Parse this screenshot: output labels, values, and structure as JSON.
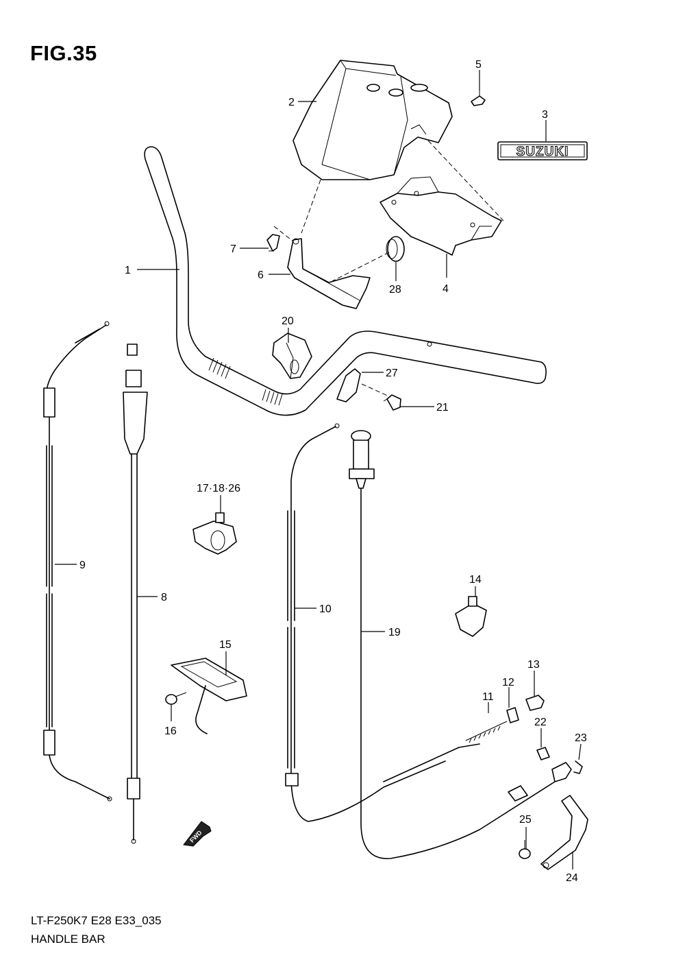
{
  "figure": {
    "title": "FIG.35",
    "model_code": "LT-F250K7 E28 E33_035",
    "section_name": "HANDLE BAR"
  },
  "emblem_text": "SUZUKI",
  "direction_arrow_text": "FWD",
  "callouts": [
    {
      "id": "1",
      "label": "1"
    },
    {
      "id": "2",
      "label": "2"
    },
    {
      "id": "3",
      "label": "3"
    },
    {
      "id": "4",
      "label": "4"
    },
    {
      "id": "5",
      "label": "5"
    },
    {
      "id": "6",
      "label": "6"
    },
    {
      "id": "7",
      "label": "7"
    },
    {
      "id": "8",
      "label": "8"
    },
    {
      "id": "9",
      "label": "9"
    },
    {
      "id": "10",
      "label": "10"
    },
    {
      "id": "11",
      "label": "11"
    },
    {
      "id": "12",
      "label": "12"
    },
    {
      "id": "13",
      "label": "13"
    },
    {
      "id": "14",
      "label": "14"
    },
    {
      "id": "15",
      "label": "15"
    },
    {
      "id": "16",
      "label": "16"
    },
    {
      "id": "17-18-26",
      "label": "17·18·26"
    },
    {
      "id": "19",
      "label": "19"
    },
    {
      "id": "20",
      "label": "20"
    },
    {
      "id": "21",
      "label": "21"
    },
    {
      "id": "22",
      "label": "22"
    },
    {
      "id": "23",
      "label": "23"
    },
    {
      "id": "24",
      "label": "24"
    },
    {
      "id": "25",
      "label": "25"
    },
    {
      "id": "27",
      "label": "27"
    },
    {
      "id": "28",
      "label": "28"
    }
  ]
}
